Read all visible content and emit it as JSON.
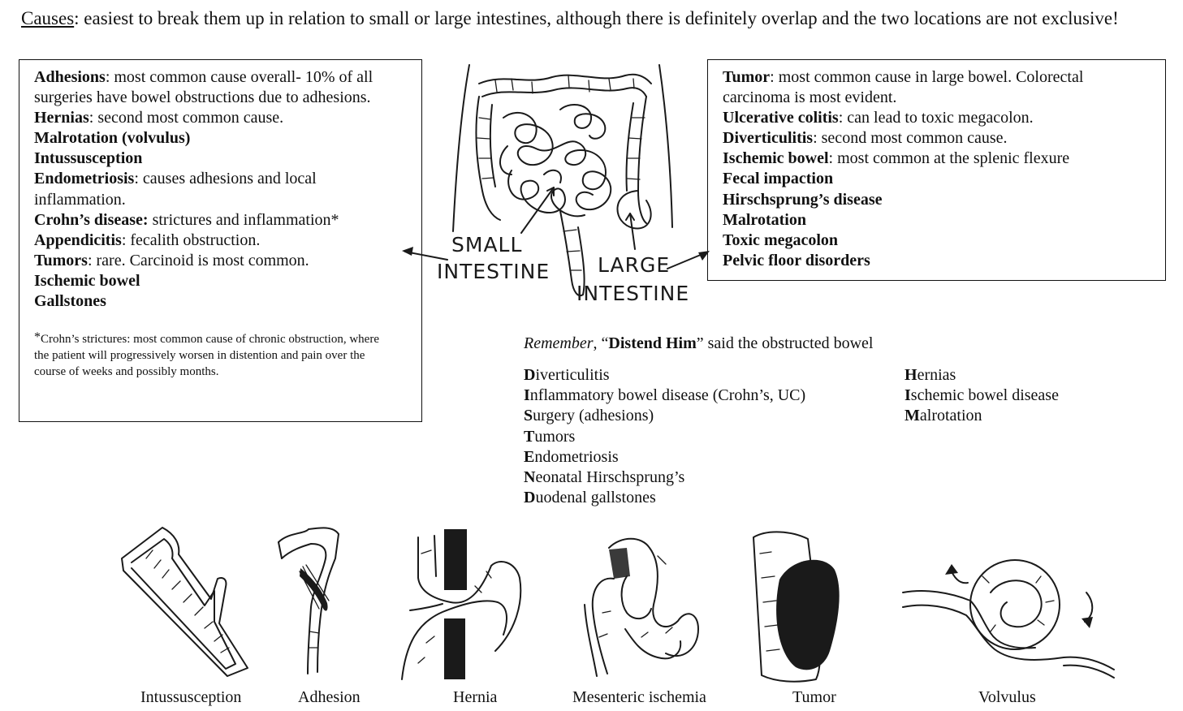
{
  "intro": {
    "label": "Causes",
    "text": ": easiest to break them up in relation to small or large intestines, although there is definitely overlap and the two locations are not exclusive!"
  },
  "small_causes": [
    {
      "term": "Adhesions",
      "desc": ": most common cause overall- 10% of all surgeries have bowel obstructions due to adhesions."
    },
    {
      "term": "Hernias",
      "desc": ": second most common cause."
    },
    {
      "term": "Malrotation (volvulus)",
      "desc": ""
    },
    {
      "term": "Intussusception",
      "desc": ""
    },
    {
      "term": "Endometriosis",
      "desc": ": causes adhesions and local inflammation."
    },
    {
      "term": "Crohn’s disease:",
      "desc": " strictures and inflammation*"
    },
    {
      "term": "Appendicitis",
      "desc": ": fecalith obstruction."
    },
    {
      "term": "Tumors",
      "desc": ": rare. Carcinoid is most common."
    },
    {
      "term": "Ischemic bowel",
      "desc": ""
    },
    {
      "term": "Gallstones",
      "desc": ""
    }
  ],
  "footnote": {
    "mark": "*",
    "text": "Crohn’s strictures: most common cause of chronic obstruction, where the patient will progressively worsen in distention and pain over the course of weeks and possibly months."
  },
  "large_causes": [
    {
      "term": "Tumor",
      "desc": ": most common cause in large bowel. Colorectal carcinoma is most evident."
    },
    {
      "term": "Ulcerative colitis",
      "desc": ": can lead to toxic megacolon."
    },
    {
      "term": "Diverticulitis",
      "desc": ": second most common cause."
    },
    {
      "term": "Ischemic bowel",
      "desc": ": most common at the splenic flexure"
    },
    {
      "term": "Fecal impaction",
      "desc": ""
    },
    {
      "term": "Hirschsprung’s disease",
      "desc": ""
    },
    {
      "term": "Malrotation",
      "desc": ""
    },
    {
      "term": "Toxic megacolon",
      "desc": ""
    },
    {
      "term": "Pelvic floor disorders",
      "desc": ""
    }
  ],
  "diagram": {
    "small_label": [
      "SMALL",
      "INTESTINE"
    ],
    "large_label": [
      "LARGE",
      "INTESTINE"
    ]
  },
  "mnemonic": {
    "lead": "Remember",
    "comma": ", “",
    "phrase": "Distend Him",
    "tail": "” said the obstructed bowel",
    "col1": [
      {
        "letter": "D",
        "rest": "iverticulitis"
      },
      {
        "letter": "I",
        "rest": "nflammatory bowel disease (Crohn’s, UC)"
      },
      {
        "letter": "S",
        "rest": "urgery (adhesions)"
      },
      {
        "letter": "T",
        "rest": "umors"
      },
      {
        "letter": "E",
        "rest": "ndometriosis"
      },
      {
        "letter": "N",
        "rest": "eonatal Hirschsprung’s"
      },
      {
        "letter": "D",
        "rest": "uodenal gallstones"
      }
    ],
    "col2": [
      {
        "letter": "H",
        "rest": "ernias"
      },
      {
        "letter": "I",
        "rest": "schemic bowel disease"
      },
      {
        "letter": "M",
        "rest": "alrotation"
      }
    ]
  },
  "captions": [
    "Intussusception",
    "Adhesion",
    "Hernia",
    "Mesenteric ischemia",
    "Tumor",
    "Volvulus"
  ]
}
